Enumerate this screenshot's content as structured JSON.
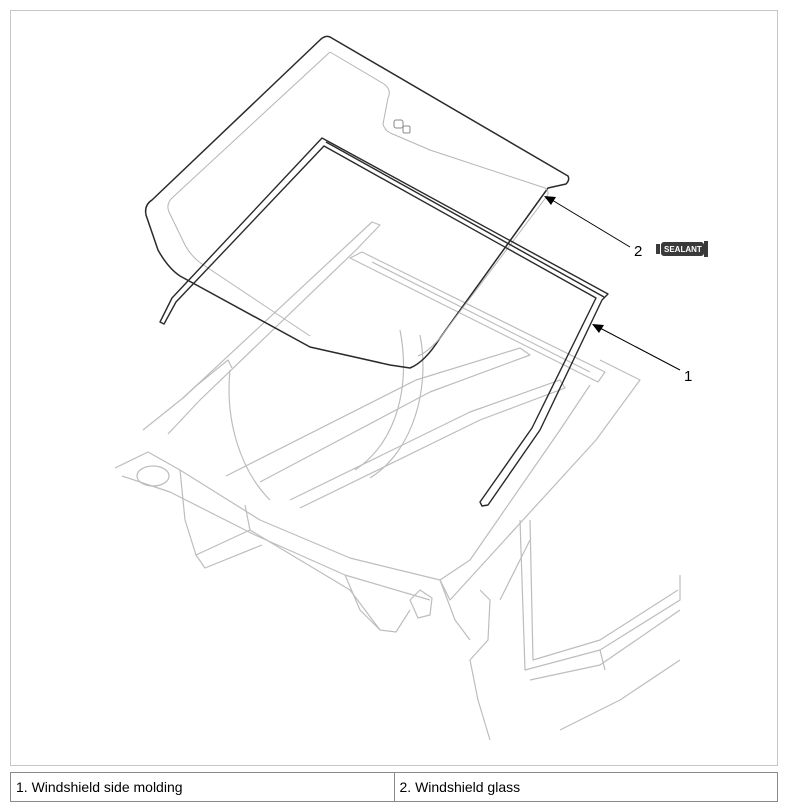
{
  "callouts": [
    {
      "number": "1"
    },
    {
      "number": "2"
    }
  ],
  "sealant_badge": {
    "label": "SEALANT",
    "icon": "sealant-tube-icon"
  },
  "legend": [
    {
      "label": "1. Windshield side molding"
    },
    {
      "label": "2. Windshield glass"
    }
  ],
  "colors": {
    "line_dark": "#2a2a2a",
    "line_light": "#bdbdbd",
    "badge": "#3a3a3a"
  }
}
